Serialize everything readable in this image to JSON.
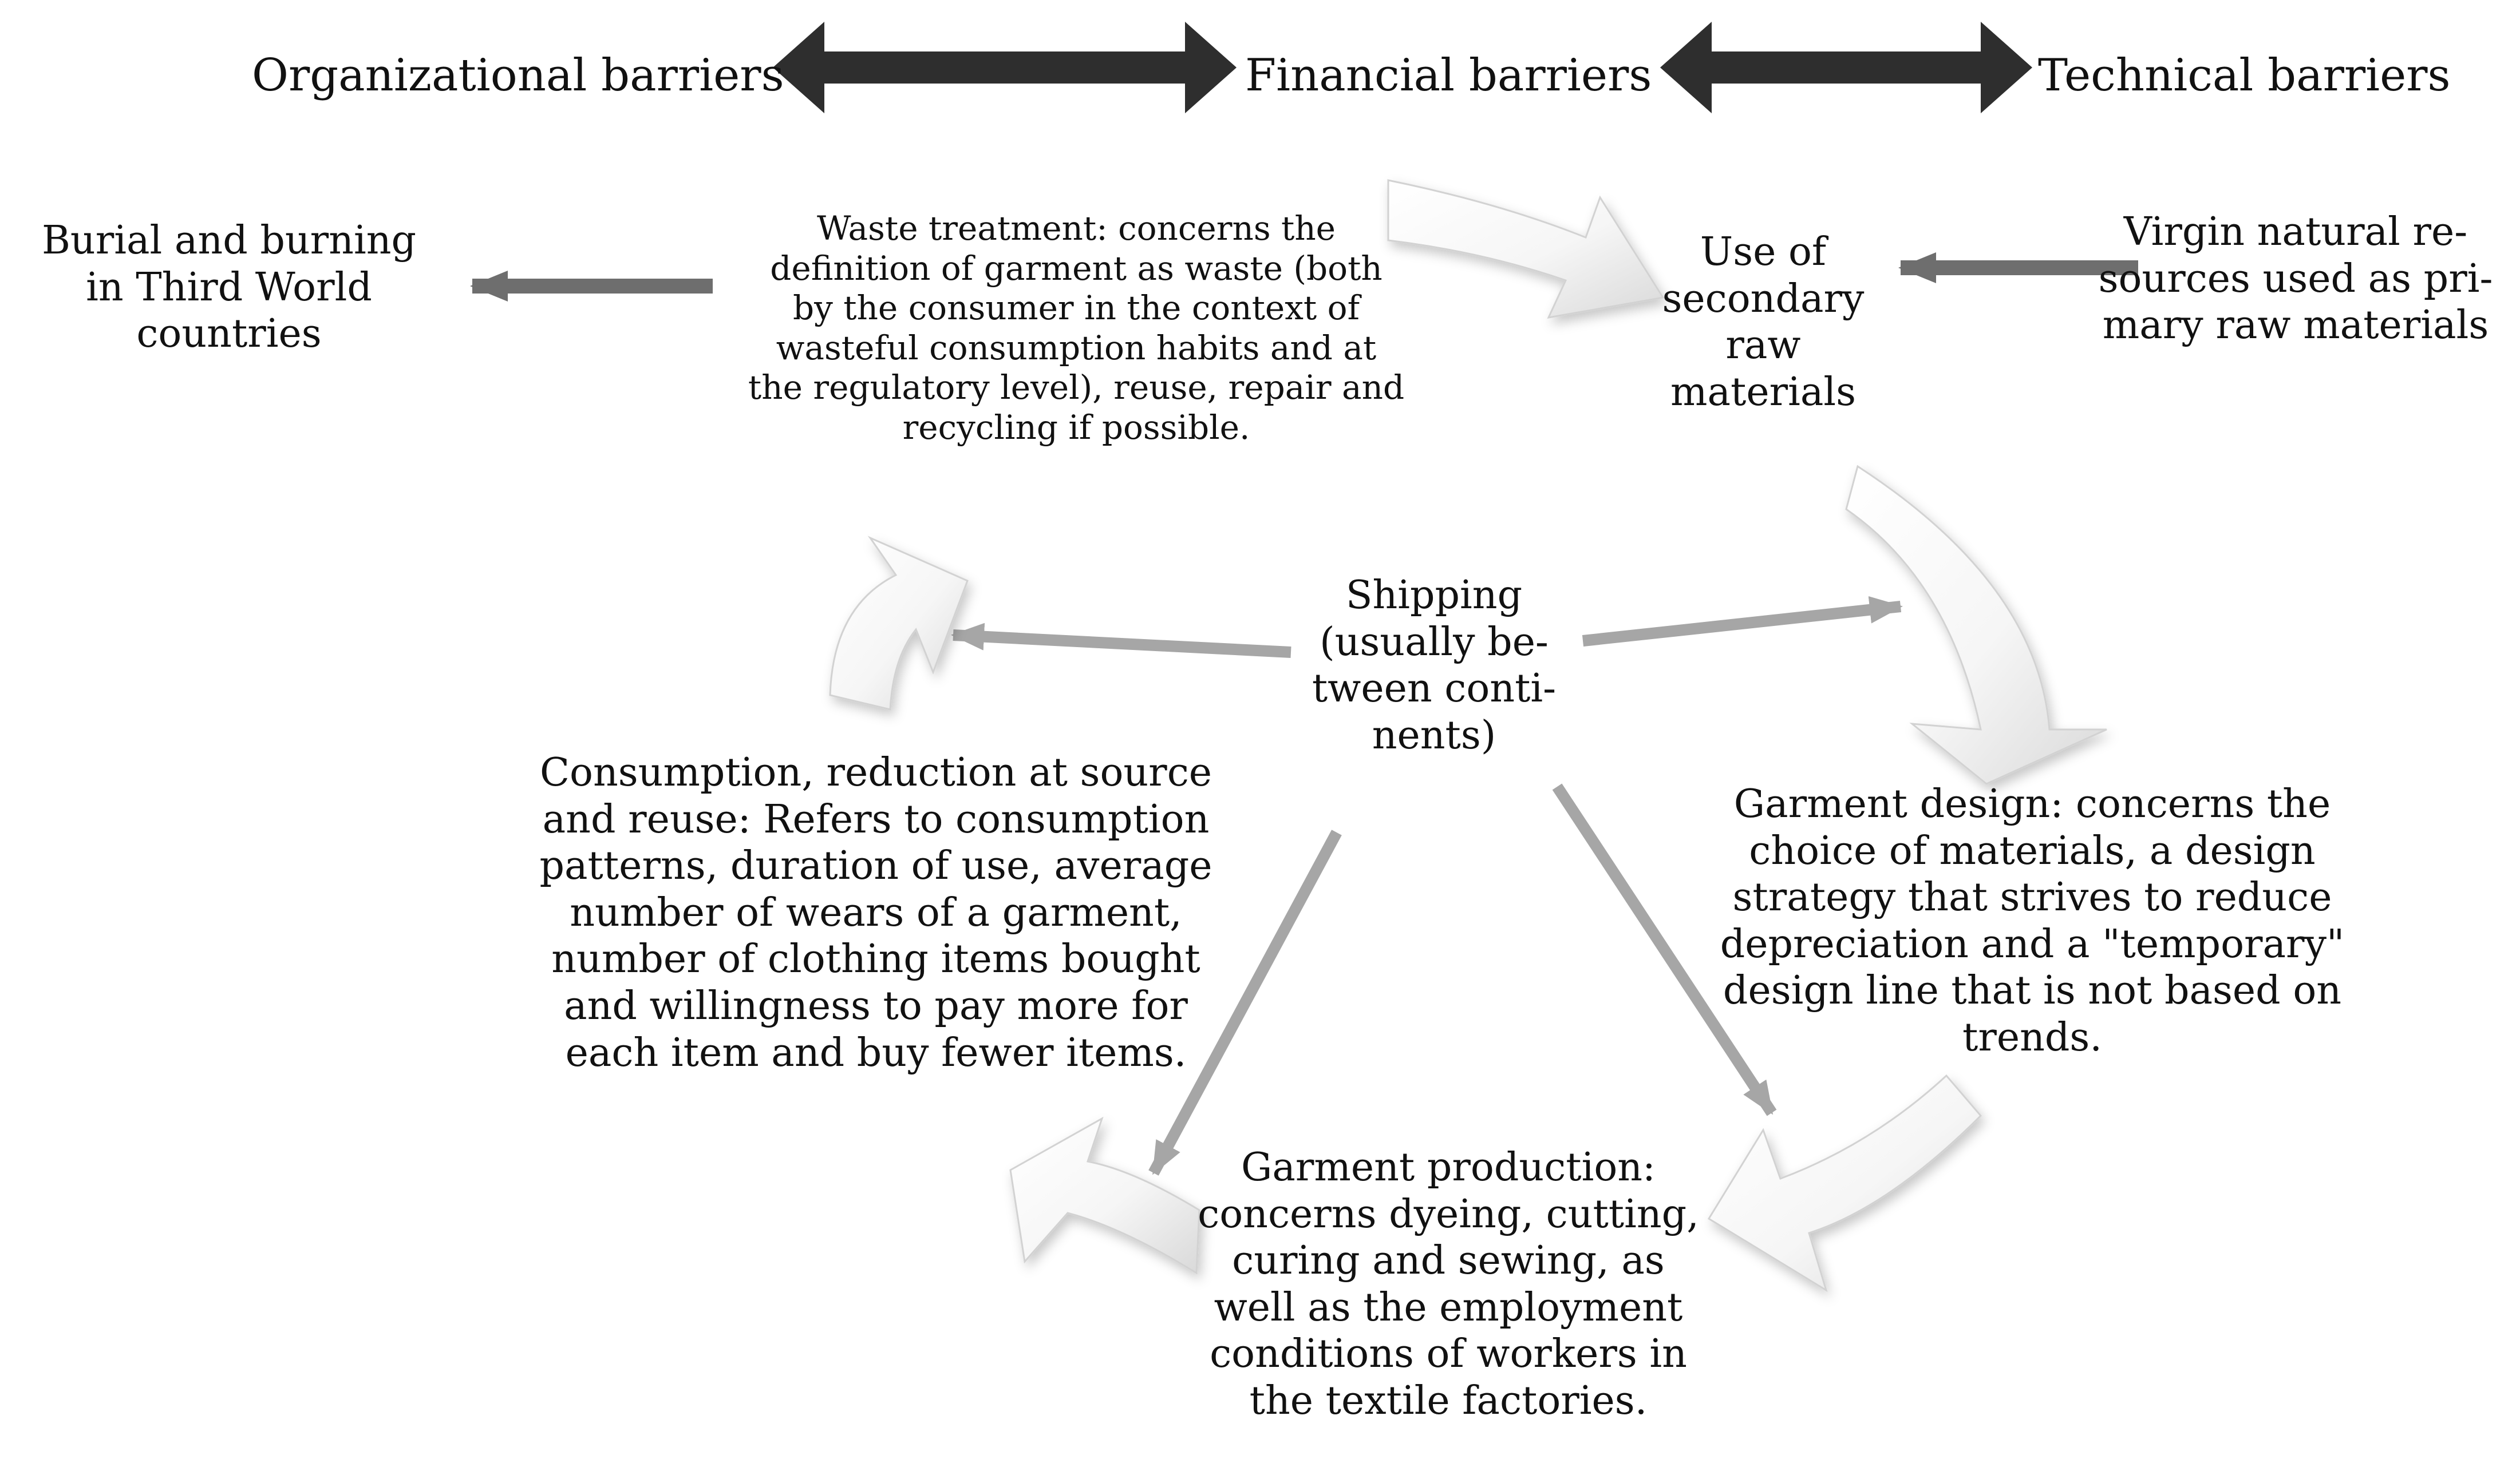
{
  "barriers": {
    "organizational": "Organizational barriers",
    "financial": "Financial barriers",
    "technical": "Technical barriers"
  },
  "nodes": {
    "burial": "Burial and burning\nin Third World\ncountries",
    "waste_treatment": "Waste treatment: concerns the\ndefinition of garment as waste (both\nby the consumer in the context of\nwasteful consumption habits and at\nthe regulatory level), reuse, repair and\nrecycling if possible.",
    "secondary_raw": "Use of\nsecondary\nraw\nmaterials",
    "virgin_resources": "Virgin natural re-\nsources used as pri-\nmary raw materials",
    "shipping": "Shipping\n(usually be-\ntween conti-\nnents)",
    "consumption": "Consumption, reduction at source\nand reuse: Refers to consumption\npatterns, duration of use, average\nnumber of wears of a garment,\nnumber of clothing items bought\nand willingness to pay more for\neach item and buy fewer items.",
    "garment_design": "Garment design: concerns the\nchoice of materials, a design\nstrategy that strives to reduce\ndepreciation and a \"temporary\"\ndesign line that is not based on\ntrends.",
    "garment_production": "Garment production:\nconcerns dyeing, cutting,\ncuring and sewing, as\nwell as the employment\nconditions of workers in\nthe textile factories."
  },
  "colors": {
    "double_arrow": "#2e2e2e",
    "gray_arrow": "#6e6e6e",
    "light_arrow": "#a6a6a6",
    "cycle_arrow_fill": "#f4f4f4",
    "cycle_arrow_shadow": "#c9c9c9"
  }
}
